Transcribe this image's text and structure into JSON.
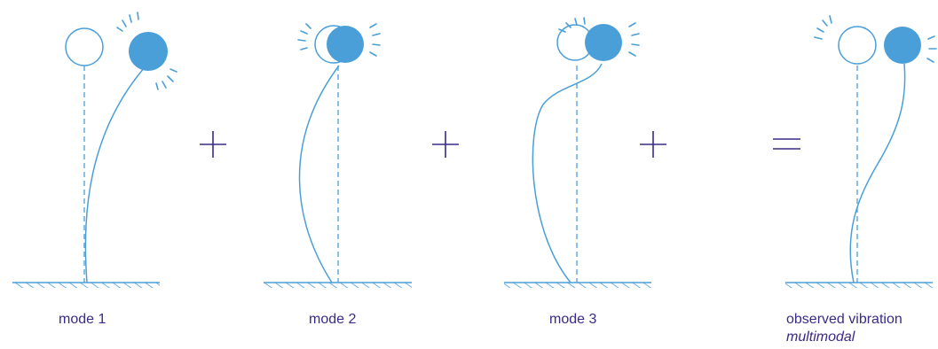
{
  "colors": {
    "blue": "#4a9fd8",
    "operator": "#3b2a86",
    "text": "#3b2a86"
  },
  "labels": {
    "mode1": "mode 1",
    "mode2": "mode 2",
    "mode3": "mode 3",
    "observed": "observed vibration",
    "observed_sub": "multimodal"
  },
  "operators": [
    "+",
    "+",
    "+",
    "="
  ]
}
